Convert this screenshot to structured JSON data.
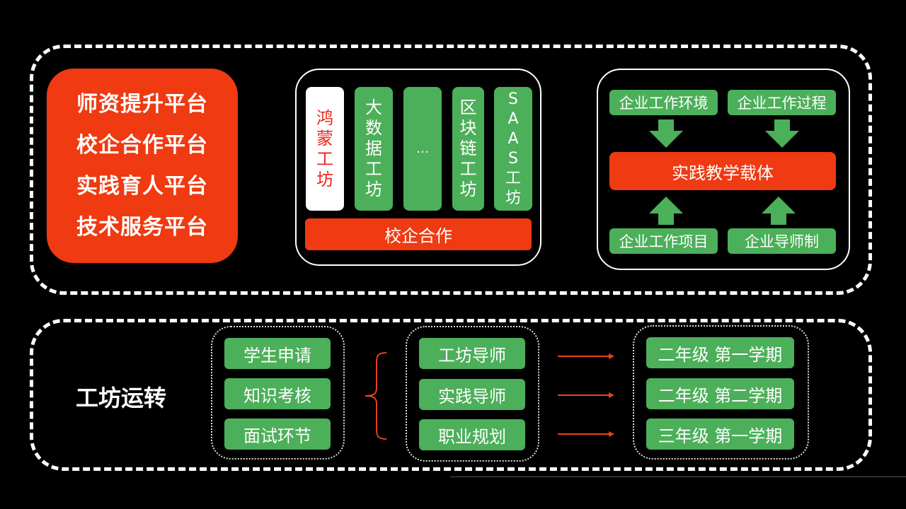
{
  "platforms": [
    "师资提升平台",
    "校企合作平台",
    "实践育人平台",
    "技术服务平台"
  ],
  "workshops": [
    {
      "chars": [
        "鸿",
        "蒙",
        "工",
        "坊"
      ],
      "highlight": true
    },
    {
      "chars": [
        "大",
        "数",
        "据",
        "工",
        "坊"
      ],
      "highlight": false
    },
    {
      "chars": [
        "…"
      ],
      "highlight": false
    },
    {
      "chars": [
        "区",
        "块",
        "链",
        "工",
        "坊"
      ],
      "highlight": false
    },
    {
      "chars": [
        "S",
        "A",
        "A",
        "S",
        "工",
        "坊"
      ],
      "highlight": false
    }
  ],
  "school_enterprise": "校企合作",
  "carrier": {
    "top": [
      "企业工作环境",
      "企业工作过程"
    ],
    "center": "实践教学载体",
    "bottom": [
      "企业工作项目",
      "企业导师制"
    ]
  },
  "operation_title": "工坊运转",
  "steps": [
    "学生申请",
    "知识考核",
    "面试环节"
  ],
  "mentors": [
    "工坊导师",
    "实践导师",
    "职业规划"
  ],
  "terms": [
    "二年级 第一学期",
    "二年级 第二学期",
    "三年级 第一学期"
  ],
  "colors": {
    "red": "#ef3a12",
    "green": "#4caf5a",
    "white_col_text": "#e8291c"
  }
}
